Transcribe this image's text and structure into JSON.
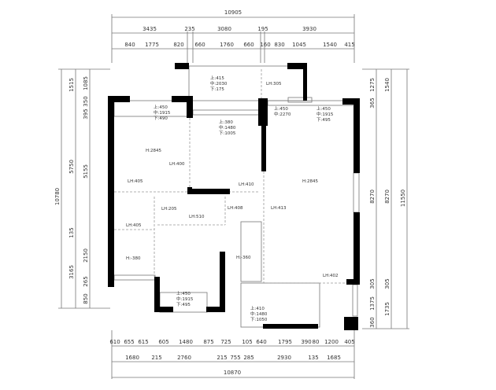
{
  "top_dims": {
    "overall": "10905",
    "row2": [
      "3435",
      "235",
      "3080",
      "195",
      "3930"
    ],
    "row3": [
      "840",
      "1775",
      "820",
      "660",
      "1760",
      "660",
      "160",
      "830",
      "1045",
      "1540",
      "415"
    ]
  },
  "bottom_dims": {
    "row1": [
      "610",
      "655",
      "615",
      "605",
      "1480",
      "875",
      "725",
      "105",
      "640",
      "1795",
      "390",
      "80",
      "1200",
      "405"
    ],
    "row2": [
      "1680",
      "215",
      "2760",
      "215",
      "755",
      "285",
      "2930",
      "135",
      "1685"
    ],
    "overall": "10870"
  },
  "left_dims": {
    "overall": "10780",
    "row2": [
      "1515",
      "5750",
      "135",
      "3165"
    ],
    "row3": [
      "1085",
      "395",
      "350",
      "5155",
      "2150",
      "265",
      "850"
    ]
  },
  "right_dims": {
    "row1": [
      "1275",
      "365",
      "8270",
      "305",
      "1375",
      "360"
    ],
    "row2": [
      "1540",
      "8270",
      "305",
      "1735"
    ],
    "overall": "11550"
  },
  "annotations": {
    "balcony_window": [
      "上:415",
      "中:2030",
      "下:175"
    ],
    "balcony_beam": "LH:305",
    "bed1_window": [
      "上:450",
      "中:1915",
      "下:490"
    ],
    "mid_window": [
      "上:380",
      "中:1480",
      "下:1005"
    ],
    "living_window_a": [
      "上:450",
      "中:2270"
    ],
    "living_window_b": [
      "上:450",
      "中:1915",
      "下:495"
    ],
    "bed1_height": "H:2845",
    "lh_400": "LH:400",
    "lh_405": "LH:405",
    "lh_410": "LH:410",
    "living_height": "H:2845",
    "lh_205": "LH:205",
    "lh_408": "LH:408",
    "lh_413": "LH:413",
    "lh_510": "LH:510",
    "lh_405b": "LH:405",
    "bath1_height": "H:-380",
    "bath2_height": "H:-360",
    "lh_402": "LH:402",
    "bath_window": [
      "上:450",
      "中:1915",
      "下:495"
    ],
    "kitchen_window": [
      "上:410",
      "中:1480",
      "下:1050"
    ]
  }
}
